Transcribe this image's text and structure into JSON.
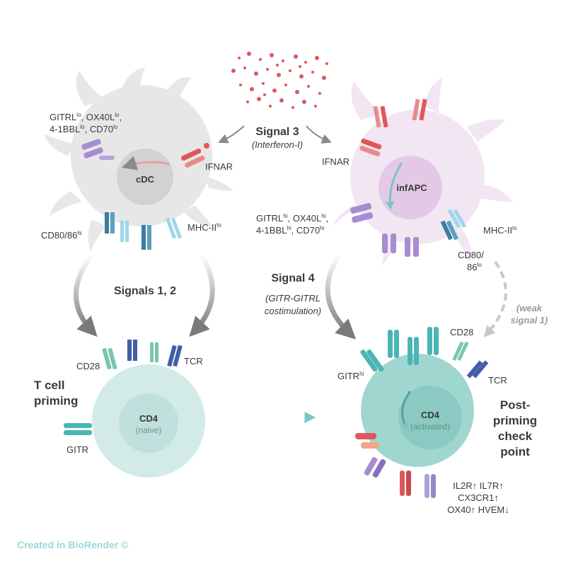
{
  "signal3": {
    "title": "Signal 3",
    "subtitle": "(Interferon-I)"
  },
  "signal12": {
    "title": "Signals 1, 2"
  },
  "signal4": {
    "title": "Signal 4",
    "subtitle_line1": "(GITR-GITRL",
    "subtitle_line2": "costimulation)"
  },
  "weak_signal": {
    "line1": "(weak",
    "line2": "signal 1)"
  },
  "cdc": {
    "name": "cDC",
    "ligands_line1_a": "GITRL",
    "ligands_line1_a_sup": "lo",
    "ligands_line1_b": ", OX40L",
    "ligands_line1_b_sup": "lo",
    "ligands_line1_c": ",",
    "ligands_line2_a": "4-1BBL",
    "ligands_line2_a_sup": "lo",
    "ligands_line2_b": ", CD70",
    "ligands_line2_b_sup": "lo",
    "ifnar": "IFNAR",
    "cd80": "CD80/86",
    "cd80_sup": "hi",
    "mhc": "MHC-II",
    "mhc_sup": "hi"
  },
  "infapc": {
    "name": "infAPC",
    "ifnar": "IFNAR",
    "ligands_line1_a": "GITRL",
    "ligands_line1_a_sup": "hi",
    "ligands_line1_b": ", OX40L",
    "ligands_line1_b_sup": "hi",
    "ligands_line1_c": ",",
    "ligands_line2_a": "4-1BBL",
    "ligands_line2_a_sup": "hi",
    "ligands_line2_b": ", CD70",
    "ligands_line2_b_sup": "hi",
    "mhc": "MHC-II",
    "mhc_sup": "lo",
    "cd80_line1": "CD80/",
    "cd80_line2": "86",
    "cd80_sup": "lo"
  },
  "naive": {
    "name": "CD4",
    "state": "(naive)",
    "heading_line1": "T cell",
    "heading_line2": "priming",
    "cd28": "CD28",
    "tcr": "TCR",
    "gitr": "GITR"
  },
  "activated": {
    "name": "CD4",
    "state": "(activated)",
    "heading_line1": "Post-",
    "heading_line2": "priming",
    "heading_line3": "check",
    "heading_line4": "point",
    "cd28": "CD28",
    "tcr": "TCR",
    "gitr": "GITR",
    "gitr_sup": "hi",
    "markers_line1": "IL2R↑ IL7R↑",
    "markers_line2": "CX3CR1↑",
    "markers_line3": "OX40↑ HVEM↓"
  },
  "footer": "Created in BioRender ©",
  "colors": {
    "cdc_body": "#e7e7e7",
    "cdc_nucleus": "#d2d2d2",
    "infapc_body": "#f1e6f2",
    "infapc_nucleus": "#e3c9e6",
    "tcell_body": "#d2ebe8",
    "tcell_nucleus": "#bfe0dc",
    "activated_body": "#9fd6cf",
    "activated_nucleus": "#8acac2",
    "ifn_red": "#e0575b",
    "purple": "#a98bd1",
    "teal": "#4bb5b5",
    "green_teal": "#7cc5b0",
    "navy": "#3f5fa8",
    "arrow_gray": "#8a8a8a"
  }
}
